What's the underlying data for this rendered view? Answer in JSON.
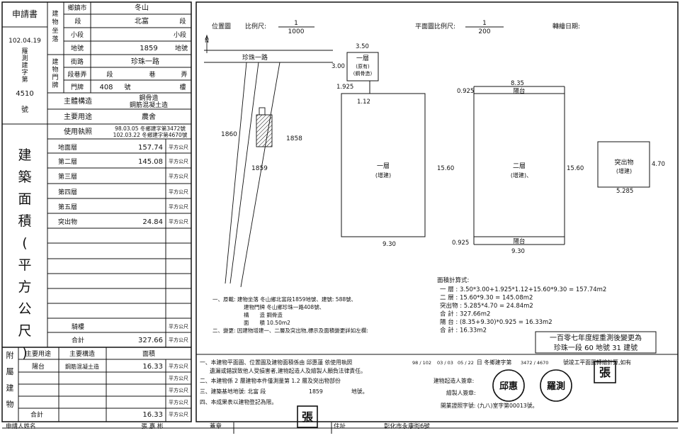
{
  "left": {
    "applicant_header": "申請書",
    "date": "102.04.19",
    "survey_word_label": "羅測建字第",
    "survey_number": "4510",
    "survey_suffix": "號",
    "location_group_label": "建物坐落",
    "door_group_label": "建物門牌",
    "township_label": "鄉鎮市",
    "township_value": "冬山",
    "section_label": "段",
    "section_value": "北富",
    "section_unit": "段",
    "subsection_label": "小段",
    "subsection_unit": "小段",
    "lot_label": "地號",
    "lot_value": "1859",
    "lot_unit": "地號",
    "street_label": "街路",
    "street_value": "珍珠一路",
    "lane_label": "段巷弄",
    "lane_seg": "段",
    "lane_lane": "巷",
    "lane_alley": "弄",
    "doorno_label": "門牌",
    "doorno_value": "408",
    "doorno_unit": "號",
    "doorno_floor": "樓",
    "structure_label": "主體構造",
    "structure_line1": "鋼骨造",
    "structure_line2": "鋼筋混凝土造",
    "use_label": "主要用途",
    "use_value": "農舍",
    "license_label": "使用執照",
    "license_line1": "98.03.05 冬鄉建字第3472號",
    "license_line2": "102.03.22 冬鄉建字第4670號",
    "area_title": "建築面積(平方公尺)",
    "floors": [
      {
        "name": "地面層",
        "value": "157.74",
        "unit": "平方公尺"
      },
      {
        "name": "第二層",
        "value": "145.08",
        "unit": "平方公尺"
      },
      {
        "name": "第三層",
        "value": "",
        "unit": "平方公尺"
      },
      {
        "name": "第四層",
        "value": "",
        "unit": "平方公尺"
      },
      {
        "name": "第五層",
        "value": "",
        "unit": "平方公尺"
      },
      {
        "name": "突出物",
        "value": "24.84",
        "unit": "平方公尺"
      }
    ],
    "arcade_label": "騎樓",
    "arcade_unit": "平方公尺",
    "total_label": "合計",
    "total_value": "327.66",
    "total_unit": "平方公尺",
    "annex_label": "附屬建物",
    "annex_use_header": "主要用途",
    "annex_struct_header": "主要構造",
    "annex_area_header": "面積",
    "annex_use": "陽台",
    "annex_struct": "鋼筋混凝土造",
    "annex_value": "16.33",
    "annex_unit": "平方公尺",
    "annex_total_label": "合計",
    "annex_total_value": "16.33",
    "annex_total_unit": "平方公尺"
  },
  "right": {
    "position_label": "位置圖",
    "scale_label": "比例尺:",
    "scale_num": "1",
    "scale_den": "1000",
    "plan_scale_label": "平面圖比例尺:",
    "plan_scale_num": "1",
    "plan_scale_den": "200",
    "transfer_date_label": "轉繪日期:",
    "road_label": "珍珠一路",
    "lot_a": "1860",
    "lot_b": "1858",
    "lot_c": "1859",
    "dim_350": "3.50",
    "dim_300": "3.00",
    "dim_1925": "1.925",
    "dim_112": "1.12",
    "dim_0925a": "0.925",
    "dim_835": "8.35",
    "dim_1560a": "15.60",
    "dim_1560b": "15.60",
    "dim_930a": "9.30",
    "dim_0925b": "0.925",
    "dim_930b": "9.30",
    "dim_470": "4.70",
    "dim_5285": "5.285",
    "bal_top": "陽台",
    "bal_bottom": "陽台",
    "f1_small_1": "一層",
    "f1_small_2": "(原有)",
    "f1_small_3": "(鋼骨造)",
    "f1_name": "一層",
    "f1_note": "(增建)",
    "f2_name": "二層",
    "f2_note": "(增建)、",
    "proj_name": "突出物",
    "proj_note": "(增建)",
    "calc_title": "面積計算式:",
    "calc_lines": [
      "一 層 : 3.50*3.00+1.925*1.12+15.60*9.30 = 157.74m2",
      "二 層 : 15.60*9.30 = 145.08m2",
      "突出物 : 5.285*4.70 = 24.84m2",
      "合 計 : 327.66m2",
      "陽 台 : (8.35+9.30)*0.925 = 16.33m2",
      "合 計 : 16.33m2"
    ],
    "stamp_line1": "一百零七年度經重測後變更為",
    "stamp_line2": "珍珠一段 60 地號 31 建號",
    "remark1_l1": "一、原載: 建物坐落 冬山鄉北富段1859地號、建號: 588號、",
    "remark1_l2": "建物門牌 冬山鄉珍珠一路408號、",
    "remark1_l3": "構　　造 鋼骨造",
    "remark1_l4": "面　　積 10.50m2",
    "remark2": "二、變更: 因建物增建一、二層及突出物,標示及面積變更詳如左欄:",
    "note1_l1": "一、本建物平面圖、位置圖及建物面積係由 邱惠蓮 依使用執照",
    "note1_years": "98 / 102",
    "note1_months": "03 / 03",
    "note1_days": "05 / 22",
    "note1_mid": "日 冬鄉建字第",
    "note1_nums": "3472 / 4670",
    "note1_end": "號竣工平面圖轉繪計算,如有",
    "note1_l2": "遺漏或錯誤致他人受損害者,建物起造人及繪製人願負法律責任。",
    "note2": "二、本建物係 2 層建物本件僅測量第 1.2 層及突出物部份",
    "note3_pre": "三、建築基地地號: 北富 段",
    "note3_lot": "1859",
    "note3_post": "地號。",
    "note4": "四、本成果表以建物登記為限。",
    "sign_owner": "建物起造人簽章:",
    "sign_drawer": "繪製人簽章:",
    "sign_cert": "開業證照字號: (九八)室字第00013號。",
    "seal_a": "邱惠",
    "seal_b": "羅測",
    "seal_c": "張",
    "seal_d": "張"
  },
  "footer": {
    "applicant_name_label": "申請人姓名",
    "applicant_name": "張 嘉 彬",
    "seal_label": "蓋章",
    "address_label": "住址",
    "address_value": "彰化市永康街6號"
  }
}
